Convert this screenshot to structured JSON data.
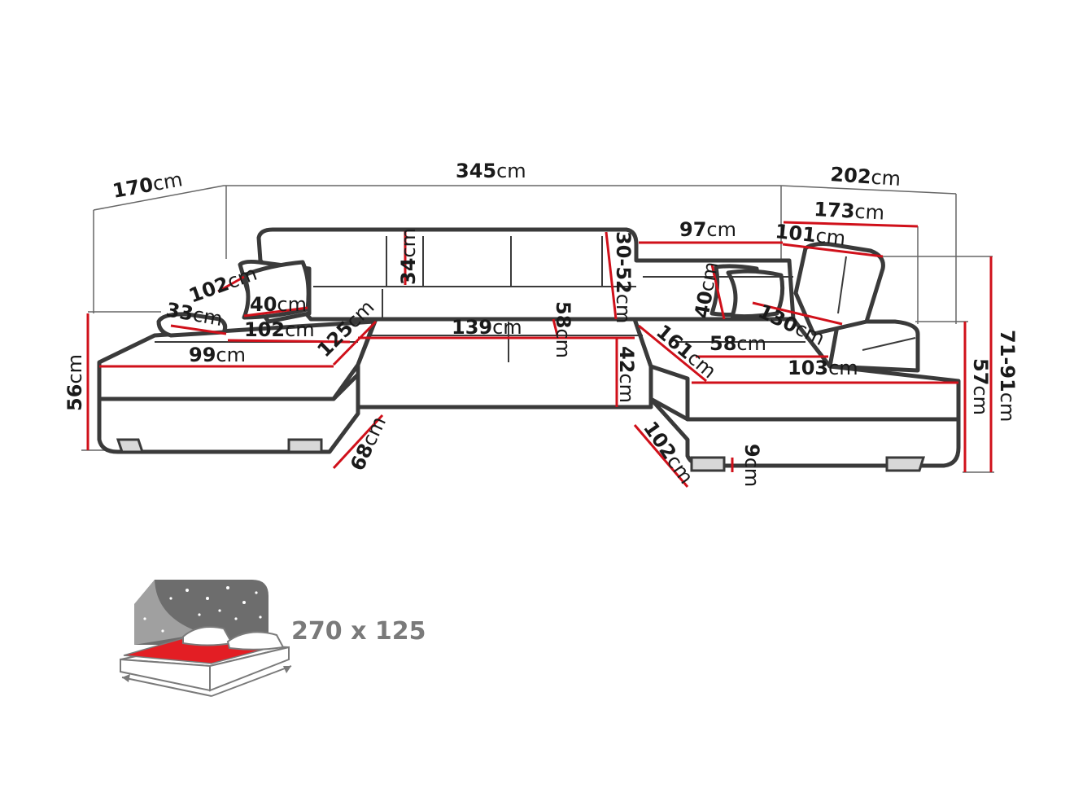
{
  "dimensions": {
    "total_left_depth": {
      "value": "170",
      "unit": "cm"
    },
    "total_width": {
      "value": "345",
      "unit": "cm"
    },
    "total_right_depth": {
      "value": "202",
      "unit": "cm"
    },
    "right_inner_depth": {
      "value": "173",
      "unit": "cm"
    },
    "right_seat_width": {
      "value": "97",
      "unit": "cm"
    },
    "right_cushion_width": {
      "value": "101",
      "unit": "cm"
    },
    "headrest_height": {
      "value": "34",
      "unit": "cm"
    },
    "backrest_adjust": {
      "value": "30-52",
      "unit": "cm"
    },
    "left_pillow_length": {
      "value": "102",
      "unit": "cm"
    },
    "left_pillow_height": {
      "value": "33",
      "unit": "cm"
    },
    "small_pillow": {
      "value": "40",
      "unit": "cm"
    },
    "left_seat_width": {
      "value": "102",
      "unit": "cm"
    },
    "left_chaise_diag": {
      "value": "125",
      "unit": "cm"
    },
    "center_seat_width": {
      "value": "139",
      "unit": "cm"
    },
    "center_seat_depth": {
      "value": "58",
      "unit": "cm"
    },
    "seat_height": {
      "value": "42",
      "unit": "cm"
    },
    "left_end_width": {
      "value": "99",
      "unit": "cm"
    },
    "left_height": {
      "value": "56",
      "unit": "cm"
    },
    "left_base_depth": {
      "value": "68",
      "unit": "cm"
    },
    "right_pillow_40": {
      "value": "40",
      "unit": "cm"
    },
    "right_pillow_130": {
      "value": "130",
      "unit": "cm"
    },
    "right_diag": {
      "value": "161",
      "unit": "cm"
    },
    "right_seat_depth": {
      "value": "58",
      "unit": "cm"
    },
    "right_end_width": {
      "value": "103",
      "unit": "cm"
    },
    "right_height": {
      "value": "57",
      "unit": "cm"
    },
    "total_height": {
      "value": "71-91",
      "unit": "cm"
    },
    "right_base_depth": {
      "value": "102",
      "unit": "cm"
    },
    "leg_height": {
      "value": "9",
      "unit": "cm"
    }
  },
  "bed": {
    "size_label": "270 x 125",
    "icon": "sleeping-bed-icon",
    "color": "#e31e24"
  },
  "colors": {
    "dimension_line": "#d0101a",
    "outline": "#3a3a3a"
  }
}
